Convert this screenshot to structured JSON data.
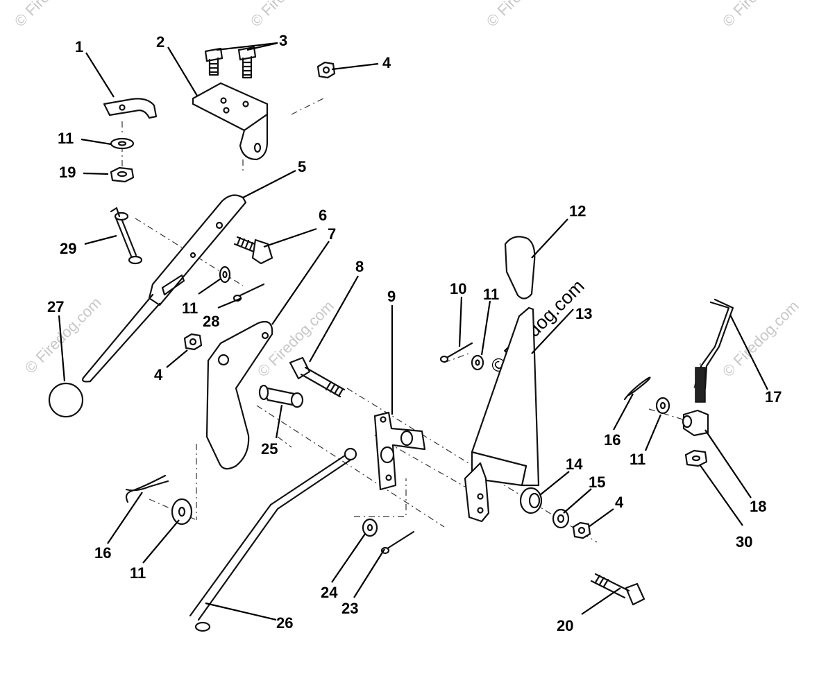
{
  "watermark": {
    "main": "© Firedog.com",
    "faint": "© Firedog.com"
  },
  "callouts": [
    "1",
    "2",
    "3",
    "4",
    "4",
    "4",
    "4",
    "5",
    "6",
    "7",
    "8",
    "9",
    "10",
    "11",
    "11",
    "11",
    "11",
    "11",
    "12",
    "13",
    "14",
    "15",
    "16",
    "16",
    "17",
    "18",
    "19",
    "20",
    "23",
    "24",
    "25",
    "26",
    "27",
    "28",
    "29",
    "30"
  ],
  "colors": {
    "ink": "#111111",
    "watermark_faint": "#c8c8c8"
  }
}
